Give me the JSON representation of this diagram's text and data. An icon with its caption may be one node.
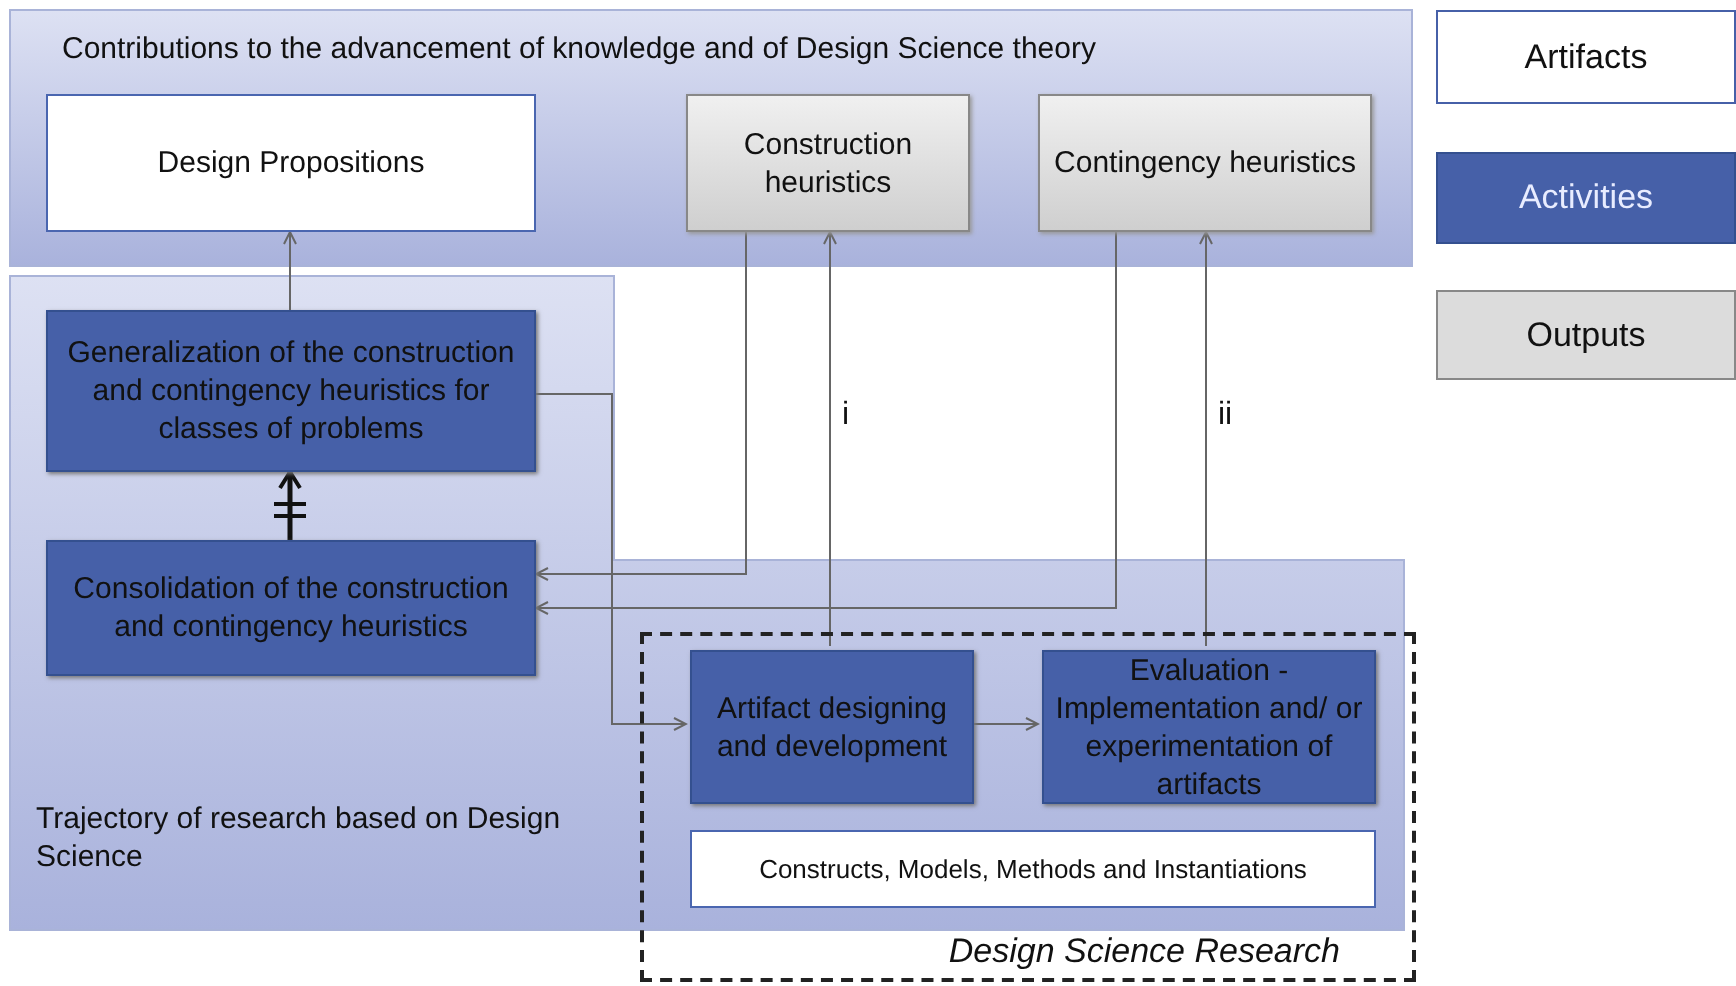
{
  "diagram": {
    "nodes": [
      {
        "text": [
          "Contributions to the advancement of knowledge and of Design Science theory"
        ]
      },
      {
        "text": [
          "Design Propositions"
        ],
        "in": 0
      },
      {
        "text": [
          "Construction heuristics"
        ],
        "in": 0
      },
      {
        "text": [
          "Contingency heuristics"
        ],
        "in": 0
      },
      {
        "text": [
          "Trajectory of research based on Design Science"
        ]
      },
      {
        "text": [
          "Generalization of the construction and contingency heuristics for classes of problems"
        ],
        "in": 4
      },
      {
        "text": [
          "Consolidation of the construction and contingency heuristics"
        ],
        "in": 4
      },
      {
        "text": [
          "Design Science Research"
        ]
      },
      {
        "text": [
          "Artifact designing and development"
        ],
        "in": 7
      },
      {
        "text": [
          "Evaluation - Implementation and/ or experimentation of artifacts"
        ],
        "in": 7
      },
      {
        "text": [
          "Constructs, Models, Methods and Instantiations"
        ],
        "in": 7
      }
    ],
    "edges": [
      {
        "from": 5,
        "to": 1,
        "arrow": "to"
      },
      {
        "from": 6,
        "to": 5,
        "arrow": "to",
        "style": "thick"
      },
      {
        "from": 2,
        "to": 6,
        "arrow": "to"
      },
      {
        "from": 3,
        "to": 6,
        "arrow": "to"
      },
      {
        "from": 8,
        "to": 2,
        "arrow": "to",
        "label": "i"
      },
      {
        "from": 9,
        "to": 3,
        "arrow": "to",
        "label": "ii"
      },
      {
        "from": 5,
        "to": 8,
        "arrow": "to"
      },
      {
        "from": 8,
        "to": 9,
        "arrow": "to"
      }
    ],
    "legend": [
      {
        "text": "Artifacts",
        "color": "#ffffff"
      },
      {
        "text": "Activities",
        "color": "#4660a8"
      },
      {
        "text": "Outputs",
        "color": "#dcdcdc"
      }
    ]
  }
}
